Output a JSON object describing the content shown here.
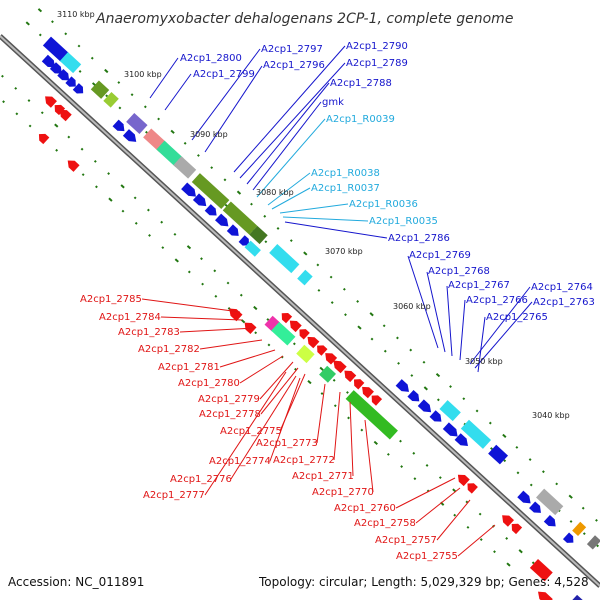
{
  "title": "Anaeromyxobacter dehalogenans 2CP-1, complete genome",
  "footer": {
    "accession": "Accession: NC_011891",
    "summary": "Topology: circular; Length: 5,029,329 bp; Genes: 4,528"
  },
  "colors": {
    "forward_label": "#1515cc",
    "rna_label": "#22aadd",
    "reverse_label": "#e01515",
    "forward_cds": "#0f14d6",
    "reverse_cds": "#ee1111",
    "cyan": "#33ddee",
    "olive": "#669922",
    "green": "#33bb22",
    "backbone": "#888888",
    "tick": "#227711"
  },
  "kbp_ticks": [
    {
      "id": "3110",
      "text": "3110 kbp"
    },
    {
      "id": "3100",
      "text": "3100 kbp"
    },
    {
      "id": "3090",
      "text": "3090 kbp"
    },
    {
      "id": "3080",
      "text": "3080 kbp"
    },
    {
      "id": "3070",
      "text": "3070 kbp"
    },
    {
      "id": "3060",
      "text": "3060 kbp"
    },
    {
      "id": "3050",
      "text": "3050 kbp"
    },
    {
      "id": "3040",
      "text": "3040 kbp"
    }
  ],
  "labels_forward": [
    {
      "id": "f2800",
      "text": "A2cp1_2800"
    },
    {
      "id": "f2799",
      "text": "A2cp1_2799"
    },
    {
      "id": "f2797",
      "text": "A2cp1_2797"
    },
    {
      "id": "f2796",
      "text": "A2cp1_2796"
    },
    {
      "id": "f2790",
      "text": "A2cp1_2790"
    },
    {
      "id": "f2789",
      "text": "A2cp1_2789"
    },
    {
      "id": "f2788",
      "text": "A2cp1_2788"
    },
    {
      "id": "fgmk",
      "text": "gmk"
    },
    {
      "id": "f2786",
      "text": "A2cp1_2786"
    },
    {
      "id": "f2769",
      "text": "A2cp1_2769"
    },
    {
      "id": "f2768",
      "text": "A2cp1_2768"
    },
    {
      "id": "f2767",
      "text": "A2cp1_2767"
    },
    {
      "id": "f2766",
      "text": "A2cp1_2766"
    },
    {
      "id": "f2765",
      "text": "A2cp1_2765"
    },
    {
      "id": "f2764",
      "text": "A2cp1_2764"
    },
    {
      "id": "f2763",
      "text": "A2cp1_2763"
    }
  ],
  "labels_rna": [
    {
      "id": "r39",
      "text": "A2cp1_R0039"
    },
    {
      "id": "r38",
      "text": "A2cp1_R0038"
    },
    {
      "id": "r37",
      "text": "A2cp1_R0037"
    },
    {
      "id": "r36",
      "text": "A2cp1_R0036"
    },
    {
      "id": "r35",
      "text": "A2cp1_R0035"
    }
  ],
  "labels_reverse": [
    {
      "id": "v2785",
      "text": "A2cp1_2785"
    },
    {
      "id": "v2784",
      "text": "A2cp1_2784"
    },
    {
      "id": "v2783",
      "text": "A2cp1_2783"
    },
    {
      "id": "v2782",
      "text": "A2cp1_2782"
    },
    {
      "id": "v2781",
      "text": "A2cp1_2781"
    },
    {
      "id": "v2780",
      "text": "A2cp1_2780"
    },
    {
      "id": "v2779",
      "text": "A2cp1_2779"
    },
    {
      "id": "v2778",
      "text": "A2cp1_2778"
    },
    {
      "id": "v2775",
      "text": "A2cp1_2775"
    },
    {
      "id": "v2773",
      "text": "A2cp1_2773"
    },
    {
      "id": "v2774",
      "text": "A2cp1_2774"
    },
    {
      "id": "v2772",
      "text": "A2cp1_2772"
    },
    {
      "id": "v2771",
      "text": "A2cp1_2771"
    },
    {
      "id": "v2776",
      "text": "A2cp1_2776"
    },
    {
      "id": "v2770",
      "text": "A2cp1_2770"
    },
    {
      "id": "v2777",
      "text": "A2cp1_2777"
    },
    {
      "id": "v2760",
      "text": "A2cp1_2760"
    },
    {
      "id": "v2758",
      "text": "A2cp1_2758"
    },
    {
      "id": "v2757",
      "text": "A2cp1_2757"
    },
    {
      "id": "v2755",
      "text": "A2cp1_2755"
    }
  ]
}
